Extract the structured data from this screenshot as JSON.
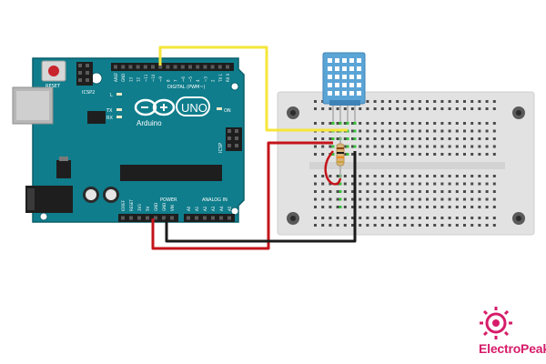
{
  "arduino": {
    "logo_text": "UNO",
    "brand_text": "Arduino",
    "reset_label": "RESET",
    "icsp2_label": "ICSP2",
    "icsp_label": "ICSP",
    "digital_label": "DIGITAL (PWM~)",
    "on_label": "ON",
    "l_label": "L",
    "tx_label": "TX",
    "rx_label": "RX",
    "power_label": "POWER",
    "analog_label": "ANALOG IN",
    "top_pin_labels": [
      "AREF",
      "GND",
      "13",
      "12",
      "~11",
      "~10",
      "~9",
      "8",
      "7",
      "~6",
      "~5",
      "4",
      "~3",
      "2",
      "TX 1",
      "RX 0"
    ],
    "power_pin_labels": [
      "IOREF",
      "RESET",
      "3V3",
      "5V",
      "GND",
      "GND",
      "VIN"
    ],
    "analog_pin_labels": [
      "A0",
      "A1",
      "A2",
      "A3",
      "A4",
      "A5"
    ]
  },
  "components": {
    "sensor": "DHT11 sensor",
    "resistor": "pull-up resistor",
    "breadboard": "half breadboard"
  },
  "wires": {
    "data_color": "#f5e63a",
    "power_color": "#c4141b",
    "ground_color": "#1b1b1b"
  },
  "brand": {
    "name": "ElectroPeak",
    "color": "#d61c6a"
  },
  "colors": {
    "board": "#0f7d8c",
    "board_edge": "#0a5f6b"
  }
}
